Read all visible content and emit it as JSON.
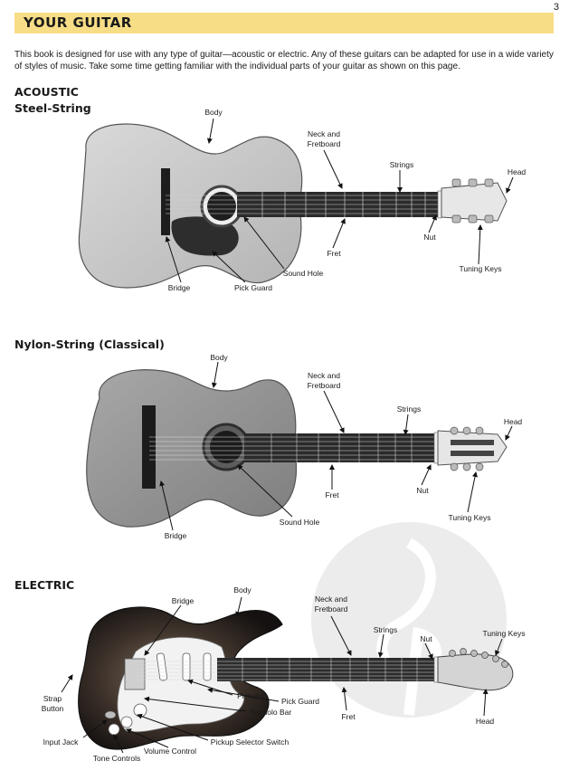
{
  "page_number": "3",
  "header": {
    "title": "YOUR GUITAR"
  },
  "intro": "This book is designed for use with any type of guitar—acoustic or electric.  Any of these guitars can be adapted for use in a wide variety of styles of music.  Take some time getting familiar with the individual parts of your guitar as shown on this page.",
  "acoustic": {
    "heading": "ACOUSTIC",
    "subheading": "Steel-String",
    "labels": {
      "body": "Body",
      "neck": "Neck and Fretboard",
      "strings": "Strings",
      "head": "Head",
      "nut": "Nut",
      "fret": "Fret",
      "tuning_keys": "Tuning Keys",
      "sound_hole": "Sound Hole",
      "pick_guard": "Pick Guard",
      "bridge": "Bridge"
    }
  },
  "nylon": {
    "heading": "Nylon-String (Classical)",
    "labels": {
      "body": "Body",
      "neck": "Neck and Fretboard",
      "strings": "Strings",
      "head": "Head",
      "fret": "Fret",
      "nut": "Nut",
      "tuning_keys": "Tuning Keys",
      "sound_hole": "Sound Hole",
      "bridge": "Bridge"
    }
  },
  "electric": {
    "heading": "ELECTRIC",
    "labels": {
      "bridge": "Bridge",
      "body": "Body",
      "neck": "Neck and Fretboard",
      "strings": "Strings",
      "nut": "Nut",
      "tuning_keys": "Tuning Keys",
      "strap_button": "Strap Button",
      "pickups": "Pickups",
      "pick_guard": "Pick Guard",
      "tremolo_bar": "Tremolo Bar",
      "fret": "Fret",
      "head": "Head",
      "input_jack": "Input Jack",
      "pickup_selector": "Pickup Selector Switch",
      "volume_control": "Volume Control",
      "tone_controls": "Tone Controls"
    }
  }
}
